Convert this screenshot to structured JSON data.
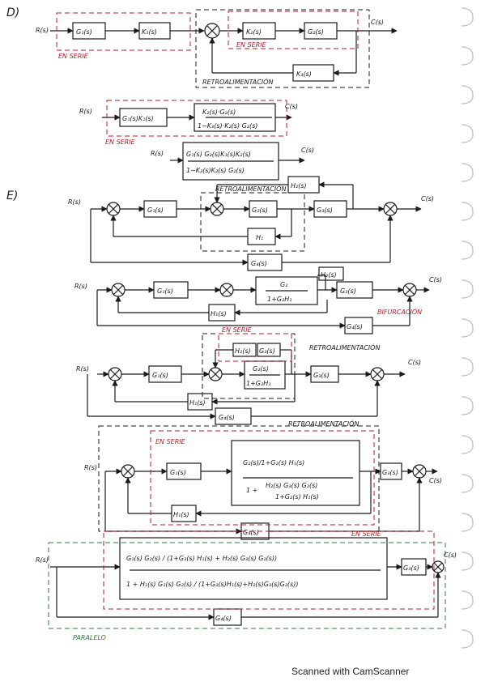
{
  "sections": {
    "d_label": "D)",
    "e_label": "E)"
  },
  "signals": {
    "r": "R(s)",
    "c": "C(s)"
  },
  "blocks": {
    "g1": "G₁(s)",
    "k1": "K₁(s)",
    "k2": "K₂(s)",
    "g2": "G₂(s)",
    "k3": "K₃(s)",
    "g1k1": "G₁(s)K₁(s)",
    "d_frac_num": "K₂(s)·G₂(s)",
    "d_frac_den": "1−K₃(s)·K₂(s) G₂(s)",
    "d_final_num": "G₁(s) G₂(s)K₁(s)K₂(s)",
    "d_final_den": "1−K₃(s)K₂(s) G₂(s)",
    "g3": "G₃(s)",
    "h1": "H₁",
    "h2": "H₂(s)",
    "g4": "G₄(s)",
    "h1s": "H₁(s)",
    "g2_frac_num": "G₂",
    "g2_frac_den": "1+G₂H₁",
    "g2s_frac_num": "G₂(s)",
    "g2s_frac_den": "1+G₂H₁",
    "big1_num": "G₂(s)/1+G₂(s) H₁(s)",
    "big1_den_a": "1 +",
    "big1_den_b": "H₂(s) G₃(s) G₂(s)",
    "big1_den_c": "1+G₂(s) H₁(s)",
    "final_num": "G₁(s) G₂(s) / (1+G₂(s) H₁(s) + H₂(s) G₃(s) G₂(s))",
    "final_den": "1 + H₁(s) G₁(s) G₂(s) / (1+G₂(s)H₁(s)+H₂(s)G₃(s)G₂(s))"
  },
  "annotations": {
    "en_serie": "EN SERIE",
    "retroalimentacion": "RETROALIMENTACIÓN",
    "bifurcacion": "BIFURCACIÓN",
    "paralelo": "PARALELO"
  },
  "footer": {
    "scanner": "Scanned with CamScanner"
  }
}
